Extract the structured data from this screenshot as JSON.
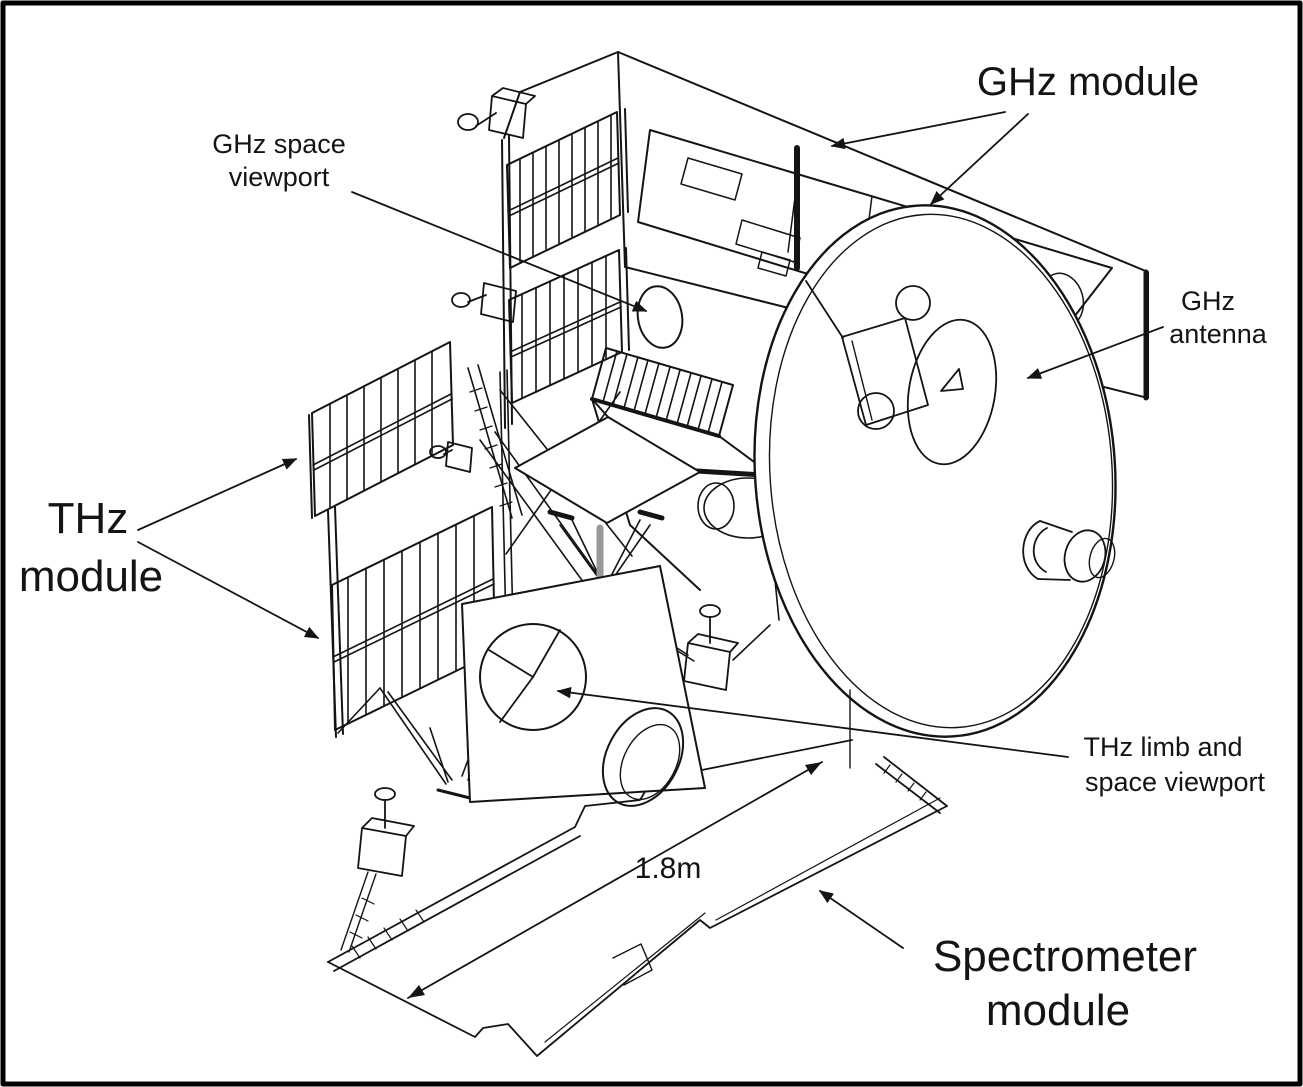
{
  "figure": {
    "kind": "technical line drawing",
    "view": "isometric exploded-style instrument diagram"
  },
  "labels": {
    "ghz_module": {
      "text": "GHz module"
    },
    "ghz_space_viewport": {
      "line1": "GHz space",
      "line2": "viewport"
    },
    "ghz_antenna": {
      "line1": "GHz",
      "line2": "antenna"
    },
    "thz_module": {
      "line1": "THz",
      "line2": "module"
    },
    "thz_limb_viewport": {
      "line1": "THz limb and",
      "line2": "space viewport"
    },
    "spectrometer_module": {
      "line1": "Spectrometer",
      "line2": "module"
    },
    "dimension": {
      "text": "1.8m"
    }
  },
  "colors": {
    "line": "#141414",
    "background": "#ffffff",
    "border": "#000000"
  }
}
